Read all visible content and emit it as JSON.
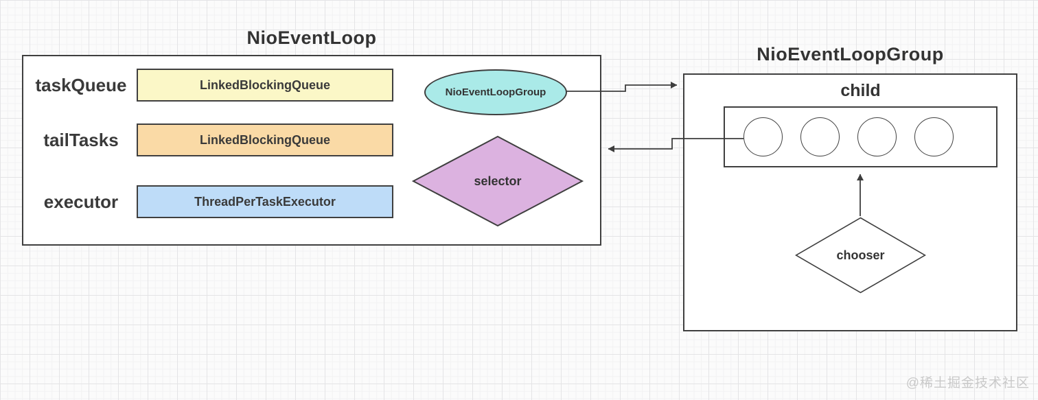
{
  "left_box": {
    "title": "NioEventLoop",
    "rows": [
      {
        "label": "taskQueue",
        "value": "LinkedBlockingQueue"
      },
      {
        "label": "tailTasks",
        "value": "LinkedBlockingQueue"
      },
      {
        "label": "executor",
        "value": "ThreadPerTaskExecutor"
      }
    ],
    "group_ref_label": "NioEventLoopGroup",
    "selector_label": "selector"
  },
  "right_box": {
    "title": "NioEventLoopGroup",
    "child_label": "child",
    "circle_count": 4,
    "chooser_label": "chooser"
  },
  "watermark": "@稀土掘金技术社区",
  "colors": {
    "task_queue_fill": "#FBF7C7",
    "tail_tasks_fill": "#FADAA6",
    "executor_fill": "#BEDCF8",
    "group_ellipse_fill": "#AAEAE8",
    "selector_fill": "#DCB2E0",
    "shape_border": "#3F3F3F",
    "line_color": "#3D3D3D",
    "text_color": "#333333",
    "watermark_color": "#C9C9C9"
  }
}
